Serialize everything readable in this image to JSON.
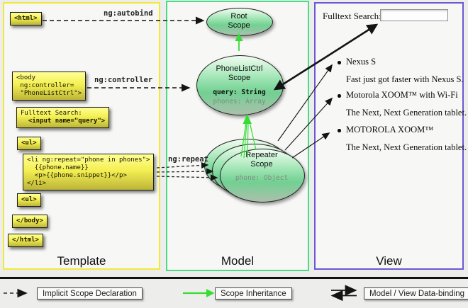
{
  "template": {
    "section_label": "Template",
    "html_open": "<html>",
    "body_open_lines": [
      "<body",
      " ng:controller=",
      " \"PhoneListCtrl\">"
    ],
    "fulltext_lines": [
      "Fulltext Search:",
      "  <input name=\"query\">"
    ],
    "ul_open": "<ul>",
    "li_lines": [
      "<li ng:repeat=\"phone in phones\">",
      "  {{phone.name}}",
      "  <p>{{phone.snippet}}</p>",
      "</li>"
    ],
    "ul_close": "<ul>",
    "body_close": "</body>",
    "html_close": "</html>"
  },
  "arrow_labels": {
    "autobind": "ng:autobind",
    "controller": "ng:controller",
    "repeat": "ng:repeat"
  },
  "model": {
    "section_label": "Model",
    "root_scope": {
      "line1": "Root",
      "line2": "Scope"
    },
    "phonelistctrl_scope": {
      "line1": "PhoneListCtrl",
      "line2": "Scope",
      "prop1": "query: String",
      "prop2": "phones: Array"
    },
    "repeater_scope": {
      "line1": "Repeater",
      "line2": "Scope",
      "prop1": "phone: Object"
    }
  },
  "view": {
    "section_label": "View",
    "search_label": "Fulltext Search:",
    "search_value": "",
    "items": [
      {
        "title": "Nexus S",
        "desc": "Fast just got faster with Nexus S."
      },
      {
        "title": "Motorola XOOM™ with Wi-Fi",
        "desc": "The Next, Next Generation tablet."
      },
      {
        "title": "MOTOROLA XOOM™",
        "desc": "The Next, Next Generation tablet."
      }
    ]
  },
  "legend": {
    "implicit": "Implicit Scope Declaration",
    "inheritance": "Scope Inheritance",
    "binding": "Model / View Data-binding"
  },
  "colors": {
    "template_border": "#f1e93a",
    "model_border": "#45dd87",
    "view_border": "#6a59d5",
    "green_arrow": "#35dd35",
    "arrow_black": "#141414"
  }
}
